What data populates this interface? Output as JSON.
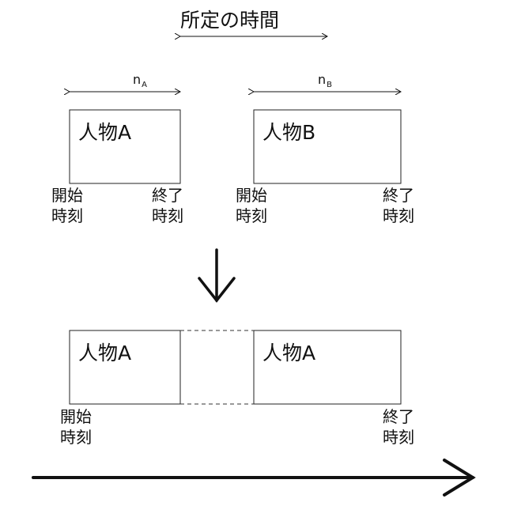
{
  "title": "所定の時間",
  "top_row": {
    "a": {
      "span_label": "n",
      "span_sub": "A",
      "box_label": "人物A",
      "start": [
        "開始",
        "時刻"
      ],
      "end": [
        "終了",
        "時刻"
      ]
    },
    "b": {
      "span_label": "n",
      "span_sub": "B",
      "box_label": "人物B",
      "start": [
        "開始",
        "時刻"
      ],
      "end": [
        "終了",
        "時刻"
      ]
    }
  },
  "bottom_row": {
    "left_box_label": "人物A",
    "right_box_label": "人物A",
    "start": [
      "開始",
      "時刻"
    ],
    "end": [
      "終了",
      "時刻"
    ]
  }
}
